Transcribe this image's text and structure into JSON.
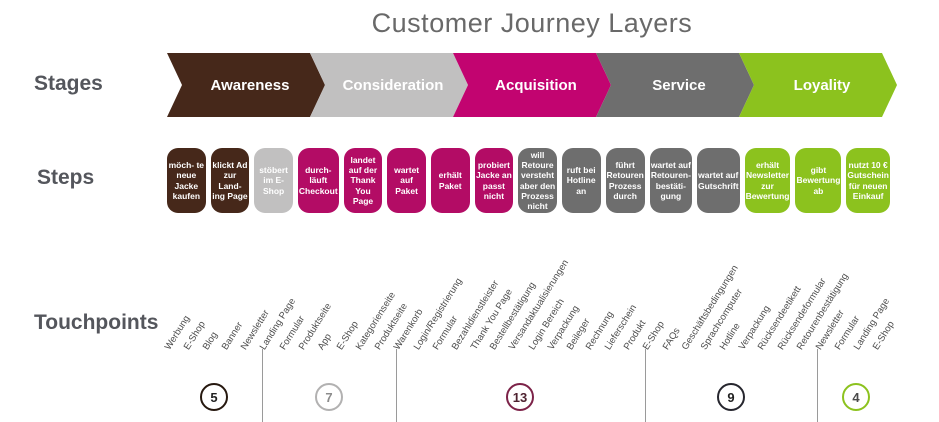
{
  "title": "Customer Journey Layers",
  "row_labels": {
    "stages": "Stages",
    "steps": "Steps",
    "touchpoints": "Touchpoints"
  },
  "stages": [
    {
      "label": "Awareness",
      "color": "#46281a",
      "text_color": "#ffffff"
    },
    {
      "label": "Consideration",
      "color": "#c1c0c0",
      "text_color": "#ffffff"
    },
    {
      "label": "Acquisition",
      "color": "#c20470",
      "text_color": "#ffffff"
    },
    {
      "label": "Service",
      "color": "#6e6e6e",
      "text_color": "#ffffff"
    },
    {
      "label": "Loyality",
      "color": "#8cc21e",
      "text_color": "#ffffff"
    }
  ],
  "steps": [
    {
      "label": "möch- te neue Jacke kaufen",
      "color": "#46281a"
    },
    {
      "label": "klickt Ad zur Land- ing Page",
      "color": "#46281a"
    },
    {
      "label": "stöbert im E-Shop",
      "color": "#c1c0c0"
    },
    {
      "label": "durch- läuft Checkout",
      "color": "#b30c65"
    },
    {
      "label": "landet auf der Thank You Page",
      "color": "#b30c65"
    },
    {
      "label": "wartet auf Paket",
      "color": "#b30c65"
    },
    {
      "label": "erhält Paket",
      "color": "#b30c65"
    },
    {
      "label": "probiert Jacke an passt nicht",
      "color": "#b30c65"
    },
    {
      "label": "will Retoure versteht aber den Prozess nicht",
      "color": "#6e6e6e"
    },
    {
      "label": "ruft bei Hotline an",
      "color": "#6e6e6e"
    },
    {
      "label": "führt Retouren Prozess durch",
      "color": "#6e6e6e"
    },
    {
      "label": "wartet auf Retouren- bestäti- gung",
      "color": "#6e6e6e"
    },
    {
      "label": "wartet auf Gutschrift",
      "color": "#6e6e6e"
    },
    {
      "label": "erhält Newsletter zur Bewertung",
      "color": "#8cc21e"
    },
    {
      "label": "gibt Bewertung ab",
      "color": "#8cc21e"
    },
    {
      "label": "nutzt 10 € Gutschein für neuen Einkauf",
      "color": "#8cc21e"
    }
  ],
  "touchpoint_groups": [
    {
      "count": "5",
      "dot_color": "#46281a",
      "ring_color": "#26180f",
      "number_color": "#1f1f1f"
    },
    {
      "count": "7",
      "dot_color": "#c1c0c0",
      "ring_color": "#b2b1b1",
      "number_color": "#8c8c8c"
    },
    {
      "count": "13",
      "dot_color": "#b30c65",
      "ring_color": "#7c2248",
      "number_color": "#4e2230"
    },
    {
      "count": "9",
      "dot_color": "#6e6e6e",
      "ring_color": "#26262e",
      "number_color": "#1f1f1f"
    },
    {
      "count": "4",
      "dot_color": "#8cc21e",
      "ring_color": "#8cc21e",
      "number_color": "#4a4a4a"
    }
  ],
  "touchpoints": [
    {
      "label": "Werbung",
      "group": 0
    },
    {
      "label": "E-Shop",
      "group": 0
    },
    {
      "label": "Blog",
      "group": 0
    },
    {
      "label": "Banner",
      "group": 0
    },
    {
      "label": "Newsletter",
      "group": 0
    },
    {
      "label": "Landing Page",
      "group": 1
    },
    {
      "label": "Formular",
      "group": 1
    },
    {
      "label": "Produktseite",
      "group": 1
    },
    {
      "label": "App",
      "group": 1
    },
    {
      "label": "E-Shop",
      "group": 1
    },
    {
      "label": "Kategorienseite",
      "group": 1
    },
    {
      "label": "Produktseite",
      "group": 1
    },
    {
      "label": "Warenkorb",
      "group": 2
    },
    {
      "label": "Login/Registrierung",
      "group": 2
    },
    {
      "label": "Formular",
      "group": 2
    },
    {
      "label": "Bezahldienstleister",
      "group": 2
    },
    {
      "label": "Thank You Page",
      "group": 2
    },
    {
      "label": "Bestellbestätigung",
      "group": 2
    },
    {
      "label": "Versandaktualisierungen",
      "group": 2
    },
    {
      "label": "Login Bereich",
      "group": 2
    },
    {
      "label": "Verpackung",
      "group": 2
    },
    {
      "label": "Beileger",
      "group": 2
    },
    {
      "label": "Rechnung",
      "group": 2
    },
    {
      "label": "Lieferschein",
      "group": 2
    },
    {
      "label": "Produkt",
      "group": 2
    },
    {
      "label": "E-Shop",
      "group": 3
    },
    {
      "label": "FAQs",
      "group": 3
    },
    {
      "label": "Geschäftsbedingungen",
      "group": 3
    },
    {
      "label": "Sprachcomputer",
      "group": 3
    },
    {
      "label": "Hotline",
      "group": 3
    },
    {
      "label": "Verpackung",
      "group": 3
    },
    {
      "label": "Rücksendeetikett",
      "group": 3
    },
    {
      "label": "Rücksendeformular",
      "group": 3
    },
    {
      "label": "Retourenbestätigung",
      "group": 3
    },
    {
      "label": "Newsletter",
      "group": 4
    },
    {
      "label": "Formular",
      "group": 4
    },
    {
      "label": "Landing Page",
      "group": 4
    },
    {
      "label": "E-Shop",
      "group": 4
    }
  ]
}
